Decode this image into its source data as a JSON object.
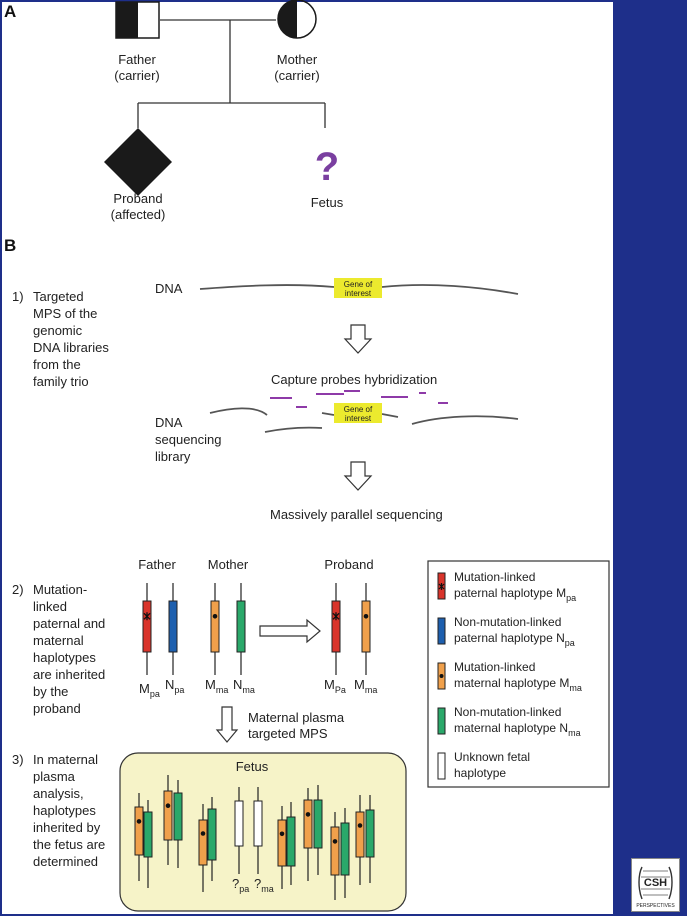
{
  "colors": {
    "sidebar": "#1e2f8a",
    "frame": "#1e2f8a",
    "mutation_paternal": "#d9342b",
    "nonmutation_paternal": "#1d5fae",
    "mutation_maternal": "#f0a04b",
    "nonmutation_maternal": "#2aa86a",
    "unknown_fetal": "#ffffff",
    "probe": "#8e3aa8",
    "gene_highlight": "#ecea2e",
    "fetus_box": "#f6f3c8",
    "question": "#7a3fa0"
  },
  "panel_a": {
    "label": "A",
    "father": {
      "name": "Father",
      "status": "(carrier)"
    },
    "mother": {
      "name": "Mother",
      "status": "(carrier)"
    },
    "proband": {
      "name": "Proband",
      "status": "(affected)"
    },
    "fetus": {
      "name": "Fetus",
      "symbol": "?"
    }
  },
  "panel_b": {
    "label": "B",
    "step1": {
      "number": "1)",
      "lines": [
        "Targeted",
        "MPS of the",
        "genomic",
        "DNA libraries",
        "from the",
        "family trio"
      ],
      "dna_label": "DNA",
      "gene_label_1": "Gene of",
      "gene_label_2": "interest",
      "capture_label": "Capture probes hybridization",
      "library_lines": [
        "DNA",
        "sequencing",
        "library"
      ],
      "mps_label": "Massively parallel sequencing"
    },
    "step2": {
      "number": "2)",
      "lines": [
        "Mutation-",
        "linked",
        "paternal and",
        "maternal",
        "haplotypes",
        "are inherited",
        "by the",
        "proband"
      ],
      "father_label": "Father",
      "mother_label": "Mother",
      "proband_label": "Proband",
      "father_haps": [
        {
          "main": "M",
          "sub": "pa"
        },
        {
          "main": "N",
          "sub": "pa"
        }
      ],
      "mother_haps": [
        {
          "main": "M",
          "sub": "ma"
        },
        {
          "main": "N",
          "sub": "ma"
        }
      ],
      "proband_haps": [
        {
          "main": "M",
          "sub": "Pa"
        },
        {
          "main": "M",
          "sub": "ma"
        }
      ],
      "plasma_line1": "Maternal plasma",
      "plasma_line2": "targeted MPS"
    },
    "step3": {
      "number": "3)",
      "lines": [
        "In maternal",
        "plasma",
        "analysis,",
        "haplotypes",
        "inherited by",
        "the fetus are",
        "determined"
      ],
      "fetus_label": "Fetus",
      "unknown_haps": [
        {
          "main": "?",
          "sub": "pa"
        },
        {
          "main": "?",
          "sub": "ma"
        }
      ]
    },
    "legend": [
      {
        "color": "mutation_paternal",
        "marker": "star",
        "line1": "Mutation-linked",
        "line2_main": "paternal haplotype M",
        "line2_sub": "pa"
      },
      {
        "color": "nonmutation_paternal",
        "marker": "none",
        "line1": "Non-mutation-linked",
        "line2_main": "paternal haplotype N",
        "line2_sub": "pa"
      },
      {
        "color": "mutation_maternal",
        "marker": "dot",
        "line1": "Mutation-linked",
        "line2_main": "maternal haplotype M",
        "line2_sub": "ma"
      },
      {
        "color": "nonmutation_maternal",
        "marker": "none",
        "line1": "Non-mutation-linked",
        "line2_main": "maternal haplotype N",
        "line2_sub": "ma"
      },
      {
        "color": "unknown_fetal",
        "marker": "none",
        "line1": "Unknown fetal",
        "line2_main": "haplotype",
        "line2_sub": ""
      }
    ]
  },
  "logo": {
    "line1": "CSH",
    "line2": "PERSPECTIVES"
  }
}
